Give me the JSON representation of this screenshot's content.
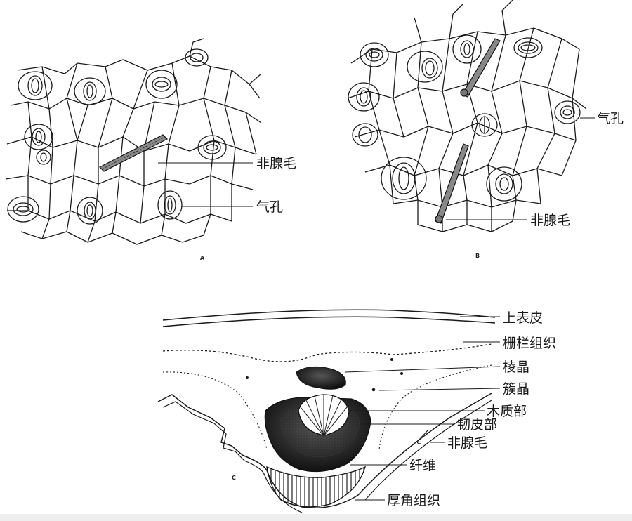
{
  "panelA": {
    "panel_letter": "A",
    "labels": {
      "trichome": "非腺毛",
      "stomata": "气孔"
    }
  },
  "panelB": {
    "panel_letter": "B",
    "labels": {
      "stomata": "气孔",
      "trichome": "非腺毛"
    }
  },
  "panelC": {
    "panel_letter": "C",
    "labels": {
      "upper_epidermis": "上表皮",
      "palisade": "栅栏组织",
      "prism_crystal": "棱晶",
      "cluster_crystal": "簇晶",
      "xylem": "木质部",
      "phloem": "韧皮部",
      "trichome": "非腺毛",
      "fiber": "纤维",
      "collenchyma": "厚角组织"
    }
  },
  "colors": {
    "ink": "#1a1a1a",
    "background": "#ffffff",
    "bottom_bar": "#eeeeee"
  }
}
